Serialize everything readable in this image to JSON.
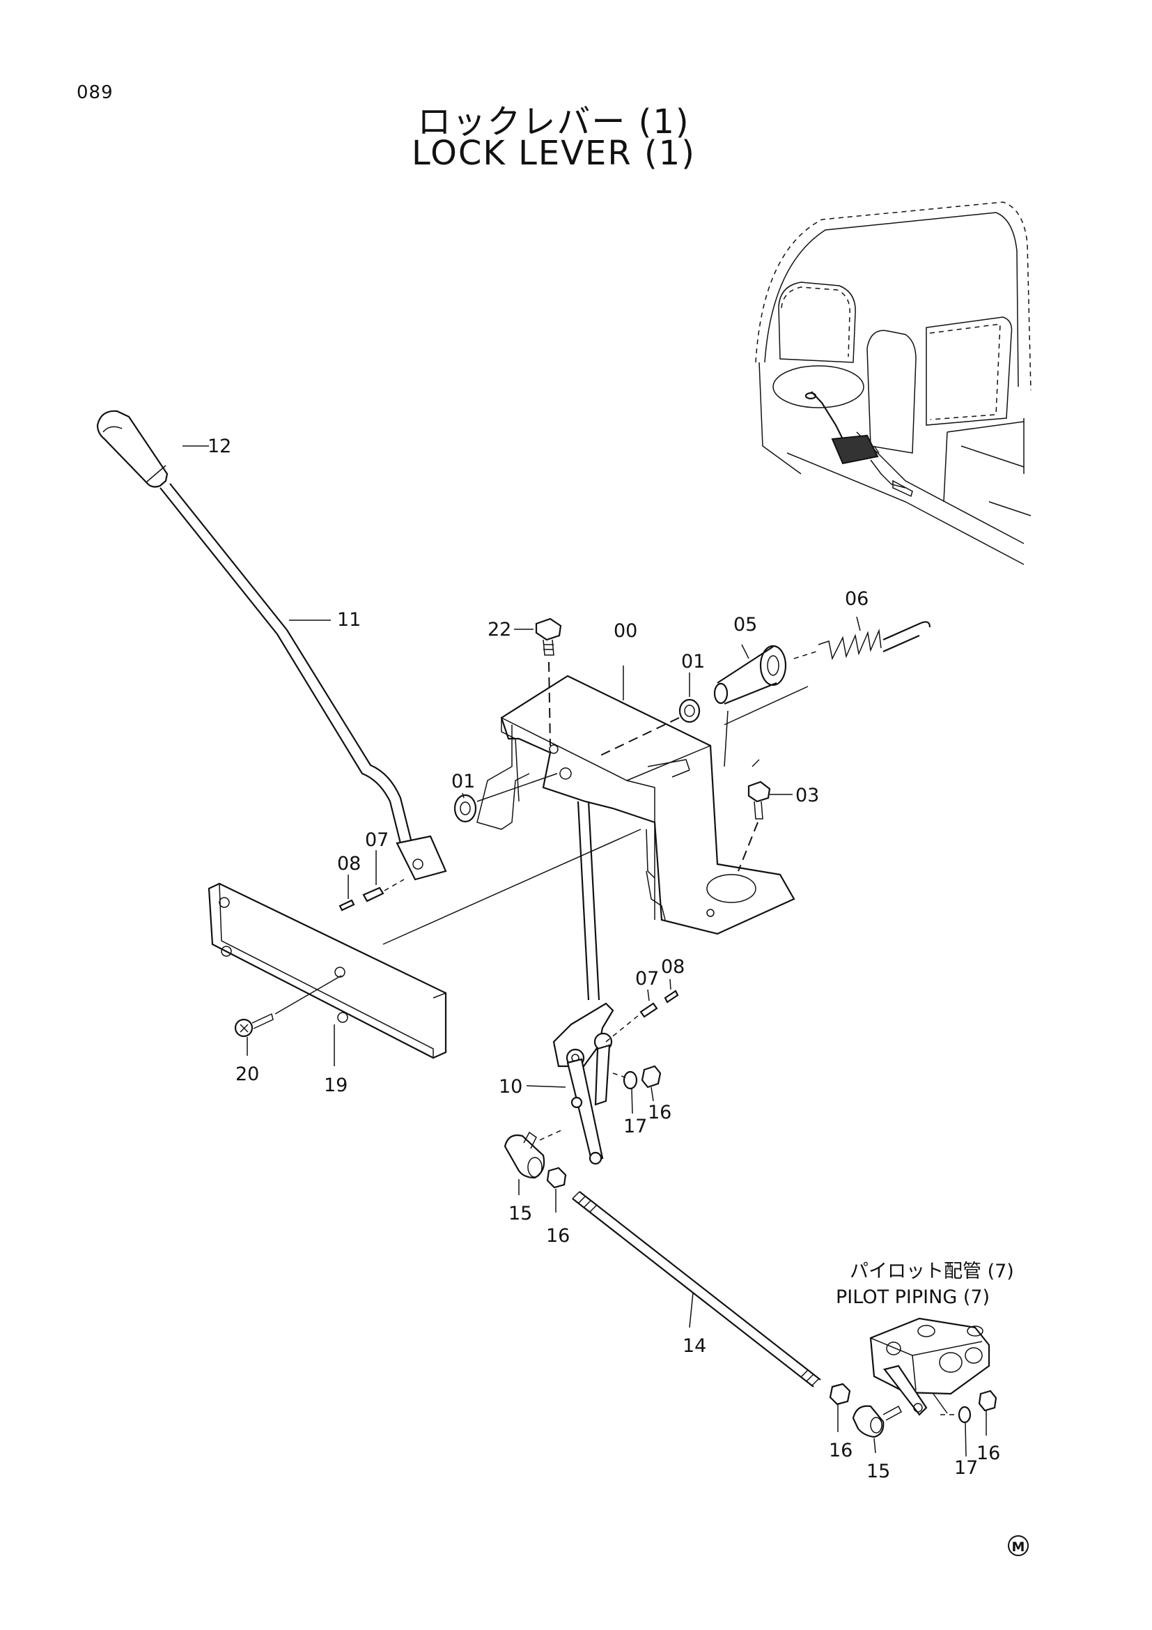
{
  "page": {
    "number": "089"
  },
  "title": {
    "jp": "ロックレバー (1)",
    "en": "LOCK LEVER (1)"
  },
  "inset": {
    "jp": "パイロット配管 (7)",
    "en": "PILOT PIPING (7)"
  },
  "mark": "M",
  "parts": [
    {
      "id": "p12",
      "label": "12"
    },
    {
      "id": "p11",
      "label": "11"
    },
    {
      "id": "p22",
      "label": "22"
    },
    {
      "id": "p00",
      "label": "00"
    },
    {
      "id": "p05",
      "label": "05"
    },
    {
      "id": "p06",
      "label": "06"
    },
    {
      "id": "p01a",
      "label": "01"
    },
    {
      "id": "p01b",
      "label": "01"
    },
    {
      "id": "p03",
      "label": "03"
    },
    {
      "id": "p07a",
      "label": "07"
    },
    {
      "id": "p08a",
      "label": "08"
    },
    {
      "id": "p07b",
      "label": "07"
    },
    {
      "id": "p08b",
      "label": "08"
    },
    {
      "id": "p20",
      "label": "20"
    },
    {
      "id": "p19",
      "label": "19"
    },
    {
      "id": "p10",
      "label": "10"
    },
    {
      "id": "p17a",
      "label": "17"
    },
    {
      "id": "p16a",
      "label": "16"
    },
    {
      "id": "p15a",
      "label": "15"
    },
    {
      "id": "p16b",
      "label": "16"
    },
    {
      "id": "p14",
      "label": "14"
    },
    {
      "id": "p16c",
      "label": "16"
    },
    {
      "id": "p15b",
      "label": "15"
    },
    {
      "id": "p17b",
      "label": "17"
    },
    {
      "id": "p16d",
      "label": "16"
    }
  ]
}
